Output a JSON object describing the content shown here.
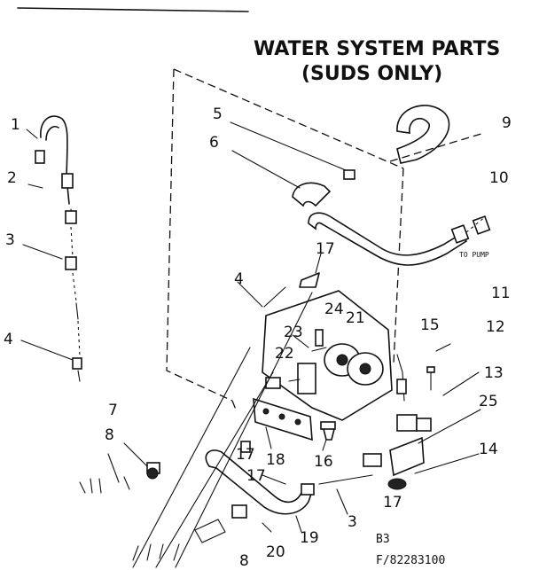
{
  "title": {
    "line1": "WATER SYSTEM PARTS",
    "line2": "(SUDS ONLY)"
  },
  "note_to_pump": "TO PUMP",
  "reference": {
    "code1": "B3",
    "code2": "F/82283100"
  },
  "callouts": {
    "c1": "1",
    "c2": "2",
    "c3": "3",
    "c4": "4",
    "c4b": "4",
    "c5": "5",
    "c6": "6",
    "c7": "7",
    "c8": "8",
    "c9": "9",
    "c10": "10",
    "c11": "11",
    "c12": "12",
    "c13": "13",
    "c14": "14",
    "c15": "15",
    "c16": "16",
    "c17a": "17",
    "c17b": "17",
    "c17c": "17",
    "c17d": "17",
    "c18": "18",
    "c19": "19",
    "c20": "20",
    "c21": "21",
    "c22": "22",
    "c23": "23",
    "c24": "24",
    "c25": "25",
    "c3b": "3",
    "c8b": "8"
  }
}
